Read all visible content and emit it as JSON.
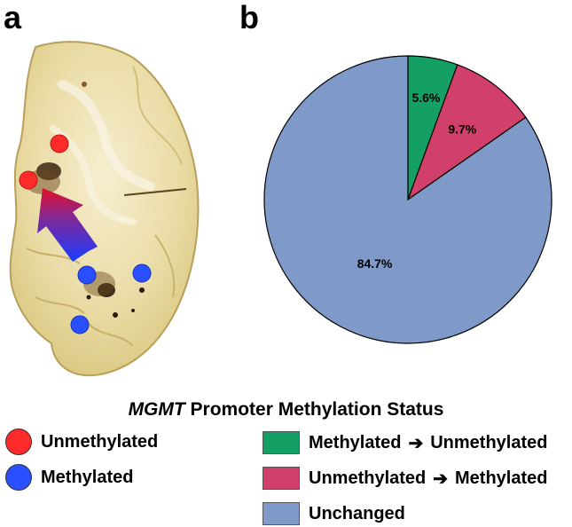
{
  "panels": {
    "a": "a",
    "b": "b"
  },
  "colors": {
    "unmethylated_dot": "#ff2a2a",
    "methylated_dot": "#2a4fff",
    "methylated_to_unmethylated": "#14a064",
    "unmethylated_to_methylated": "#d0406a",
    "unchanged": "#7f99c8"
  },
  "legend": {
    "title_italic": "MGMT",
    "title_rest": " Promoter Methylation Status",
    "dot_items": [
      {
        "label": "Unmethylated",
        "color": "#ff2a2a"
      },
      {
        "label": "Methylated",
        "color": "#2a4fff"
      }
    ],
    "swatch_items": [
      {
        "from": "Methylated",
        "to": "Unmethylated",
        "color": "#14a064"
      },
      {
        "from": "Unmethylated",
        "to": "Methylated",
        "color": "#d0406a"
      },
      {
        "label": "Unchanged",
        "color": "#7f99c8"
      }
    ]
  },
  "chart_data": {
    "type": "pie",
    "start": "top, clockwise",
    "slices": [
      {
        "label": "Methylated → Unmethylated",
        "value": 5.6,
        "text": "5.6%",
        "color": "#14a064"
      },
      {
        "label": "Unmethylated → Methylated",
        "value": 9.7,
        "text": "9.7%",
        "color": "#d0406a"
      },
      {
        "label": "Unchanged",
        "value": 84.7,
        "text": "84.7%",
        "color": "#7f99c8"
      }
    ],
    "title": "",
    "legend": "bottom"
  }
}
